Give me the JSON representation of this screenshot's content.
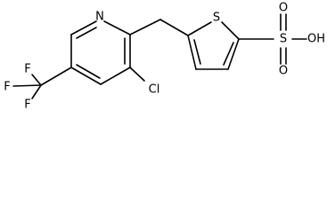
{
  "diagram": {
    "type": "chemical-structure",
    "atom_labels": {
      "nitrogen": "N",
      "sulfur_ring": "S",
      "chlorine": "Cl",
      "fluorine_top": "F",
      "fluorine_left": "F",
      "fluorine_bottom": "F",
      "sulfonyl_sulfur": "S",
      "oxygen_top": "O",
      "oxygen_bottom": "O",
      "hydroxyl": "OH"
    },
    "colors": {
      "bond": "#000000",
      "label": "#000000",
      "background": "#ffffff"
    }
  }
}
